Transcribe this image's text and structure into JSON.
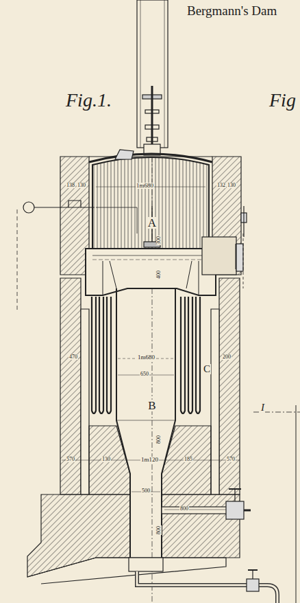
{
  "diagram": {
    "title": "Bergmann's Dam",
    "labels": [
      "Fig.1.",
      "Fig",
      "1m680",
      "138",
      "130",
      "132",
      "130",
      "A",
      "300",
      "400",
      "1m680",
      "650",
      "B",
      "C",
      "470",
      "200",
      "800",
      "570",
      "130",
      "1m120",
      "185",
      "570",
      "500",
      "800",
      "800",
      "I"
    ]
  }
}
